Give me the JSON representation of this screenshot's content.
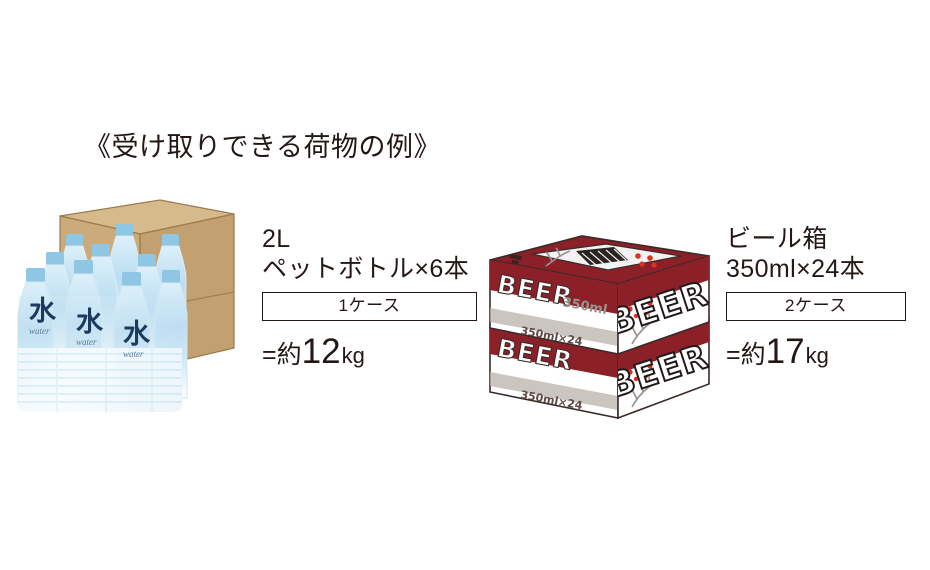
{
  "page": {
    "title": "《受け取りできる荷物の例》",
    "background_color": "#ffffff",
    "text_color": "#231815"
  },
  "examples": [
    {
      "id": "water",
      "illustration": "water-bottle-pack",
      "line1": "2L",
      "line2": "ペットボトル×6本",
      "case_label": "1ケース",
      "weight_eq": "=",
      "weight_approx": "約",
      "weight_number": "12",
      "weight_unit": "kg",
      "colors": {
        "carton": "#c9a97a",
        "carton_side": "#bd9a68",
        "carton_top": "#d6b98c",
        "carton_line": "#9c7b4c",
        "bottle_water": "#bfe0f0",
        "bottle_cap": "#8ec6e4",
        "bottle_plastic": "#ffffff",
        "label_text": "#1b3a5c"
      },
      "bottle_label_kanji": "水",
      "bottle_label_roman": "water",
      "bottle_count_visible": 9
    },
    {
      "id": "beer",
      "illustration": "beer-case-stack",
      "line1": "ビール箱",
      "line2": "350ml×24本",
      "case_label": "2ケース",
      "weight_eq": "=",
      "weight_approx": "約",
      "weight_number": "17",
      "weight_unit": "kg",
      "colors": {
        "maroon": "#8c2028",
        "maroon_dark": "#6f171d",
        "maroon_top": "#9b2c31",
        "white_panel": "#ffffff",
        "gray_panel": "#d9d9d9",
        "outline": "#3a2a28",
        "red_accent": "#e03020",
        "dark_text": "#2b2322"
      },
      "box_front_text": "BEER",
      "box_side_text": "BEER",
      "box_small_text": "350ml×24",
      "case_count": 2
    }
  ]
}
